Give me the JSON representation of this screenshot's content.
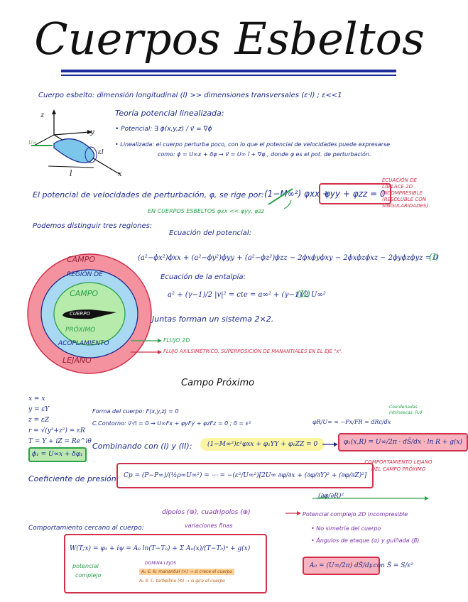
{
  "title": "Cuerpos Esbeltos",
  "intro": {
    "line1": "Cuerpo esbelto: dimensión longitudinal (l) >> dimensiones transversales (ε·l) ; ε<<1",
    "theory_title": "Teoría potencial linealizada:",
    "potential": "• Potencial: ∃ ϕ(x,y,z) / v⃗ = ∇ϕ",
    "linearized": "• Linealizada: el cuerpo perturba poco, con lo que el potencial de velocidades puede expresarse",
    "linearized2": "como: ϕ = U∞x + δφ → v⃗ = U∞ î + ∇φ , donde φ es el pot. de perturbación."
  },
  "axes": {
    "y": "y",
    "x": "x",
    "z": "z",
    "u": "U∞",
    "el": "εl",
    "l": "l"
  },
  "perturb": {
    "line": "El potencial de velocidades de perturbación, φ, se rige por:",
    "equation_a": "(1−M∞²) φxx +",
    "equation_b": "φyy + φzz = 0",
    "note": "EN CUERPOS ESBELTOS φxx << φyy, φzz",
    "laplace": "ECUACIÓN DE LAPLACE 2D INCOMPRESIBLE (RESOLUBLE CON SINGULARIDADES)"
  },
  "regions": {
    "intro": "Podemos distinguir tres regiones:",
    "eq_pot_title": "Ecuación del potencial:",
    "eq_pot": "(a²−ϕx²)ϕxx + (a²−ϕy²)ϕyy + (a²−ϕz²)ϕzz − 2ϕxϕyϕxy − 2ϕxϕzϕxz − 2ϕyϕzϕyz = 0",
    "eq_pot_tag": "(I)",
    "eq_ent_title": "Ecuación de la entalpía:",
    "eq_ent": "a² + (γ−1)/2 |v|² = cte = a∞² + (γ−1)/2 U∞²",
    "eq_ent_tag": "(II)",
    "system": "Juntas forman un sistema 2×2.",
    "flow2d": "FLUJO 2D",
    "flowaxi": "FLUJO AXILSIMÉTRICO. SUPERPOSICIÓN DE MANANTIALES EN EL EJE \"x\"."
  },
  "diagram": {
    "campo": "CAMPO",
    "lejano": "LEJANO",
    "region": "REGIÓN DE",
    "acoplamiento": "ACOPLAMIENTO",
    "campo2": "CAMPO",
    "proximo": "PRÓXIMO",
    "cuerpo": "CUERPO"
  },
  "near": {
    "heading": "Campo Próximo",
    "vars": [
      "x = x",
      "y = εY",
      "z = εZ",
      "r = √(y²+z²) = εR",
      "T = Y + iZ = Re^iθ",
      "ϕ₁ = U∞x + δφ₁"
    ],
    "form": "Forma del cuerpo: F(x,y,z) = 0",
    "cc": "C.Contorno: v⃗·n⃗ = 0 → U∞Fx + φyFy + φzFz = 0 ; δ = ε²",
    "cc_rhs": "φR/U∞ = −Fx/FR = dRc/dx",
    "coords_note": "Coordenadas intrínsecas: R,θ",
    "combine": "Combinando con (I) y (II):",
    "combine_eq": "(1−M∞²)ε²φxx + φ₁YY + φ₁ZZ = 0",
    "sol": "φ₁(x,R) = U∞/2π · dŜ/dx · ln R + g(x)",
    "sol_note": "COMPORTAMIENTO LEJANO DEL CAMPO PRÓXIMO",
    "cp_label": "Coeficiente de presión:",
    "cp_eq": "Cp = (P−P∞)/(½ρ∞U∞²) = ⋯ = −(ε²/U∞²)[2U∞ ∂φ/∂x + (∂φ/∂Y)² + (∂φ/∂Z)²]",
    "cp_tail": "(∂φ/∂R)²",
    "dipoles": "dipolos (⊕), cuadripolos (⊕)",
    "fine": "variaciones finas",
    "behav": "Comportamiento cercano al cuerpo:",
    "w_eq": "W(T;x) = φ₁ + iψ = A₀ ln(T−T₀) + Σ Aₙ(x)/(T−T₀)ⁿ + g(x)",
    "w_lbl1": "potencial",
    "w_lbl2": "complejo",
    "dom": "DOMINA LEJOS",
    "a0r": "A₀ ∈ ℝ: manantial (×) → si crece el cuerpo",
    "a0c": "A₀ ∈ ℂ: torbellino (⟲) → si gira el cuerpo",
    "pot2d": "Potencial complejo 2D incompresible",
    "b1": "• No simetría del cuerpo",
    "b2": "• Ángulos de ataque (α) y guiñada (β)",
    "a0_eq": "A₀ = (U∞/2π) dŜ/dx",
    "a0_tail": ", con Ŝ = S/ε²"
  },
  "colors": {
    "ink": "#1b2a8f",
    "green": "#2aa14a",
    "red": "#d2304a",
    "ring_outer": "#f4939f",
    "ring_mid": "#a9d8f2",
    "ring_inner": "#b7ebab"
  }
}
